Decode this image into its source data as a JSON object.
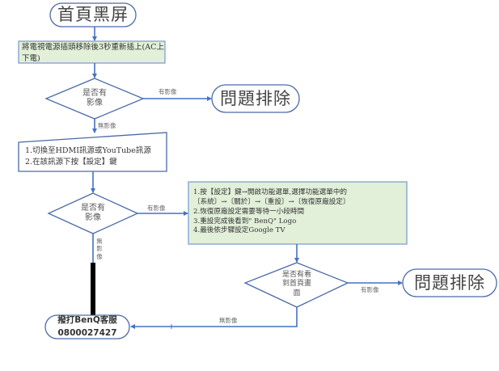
{
  "diagram": {
    "start": {
      "label": "首頁黑屏"
    },
    "step1": {
      "label": "將電視電源插頭移除後3秒重新插上(AC上下電)"
    },
    "decision1": {
      "lines": [
        "是否有",
        "影像"
      ]
    },
    "troubleshoot1": {
      "label": "問題排除"
    },
    "step2": {
      "lines": [
        "1.切換至HDMI訊源或YouTube訊源",
        "2.在該訊源下按【設定】鍵"
      ]
    },
    "decision2": {
      "lines": [
        "是否有",
        "影像"
      ]
    },
    "step3": {
      "lines": [
        "1.按【設定】鍵→開啟功能選單,選擇功能選單中的",
        "〔系統〕→〔關於〕→〔重設〕→〔恢復原廠設定〕",
        "2.恢復原廠設定需要等待一小段時間",
        "3.重設完成後看到\" BenQ\" Logo",
        "4.最後依步驟設定Google TV"
      ]
    },
    "decision3": {
      "lines": [
        "是否有看",
        "到首頁畫",
        "面"
      ]
    },
    "troubleshoot2": {
      "label": "問題排除"
    },
    "support": {
      "lines": [
        "撥打BenQ客服",
        "0800027427"
      ]
    },
    "edge_labels": {
      "d1_yes": "有影像",
      "d1_no": "無影像",
      "d2_yes": "有影像",
      "d2_no": [
        "無",
        "影",
        "像"
      ],
      "d3_yes": "有影像",
      "d3_no": "無影像"
    },
    "colors": {
      "line": "#4472c4",
      "node_border": "#4a6aa8",
      "process_fill": "#e2efd9",
      "process_border": "#7f9fcf",
      "highlight_line": "#000000"
    }
  }
}
